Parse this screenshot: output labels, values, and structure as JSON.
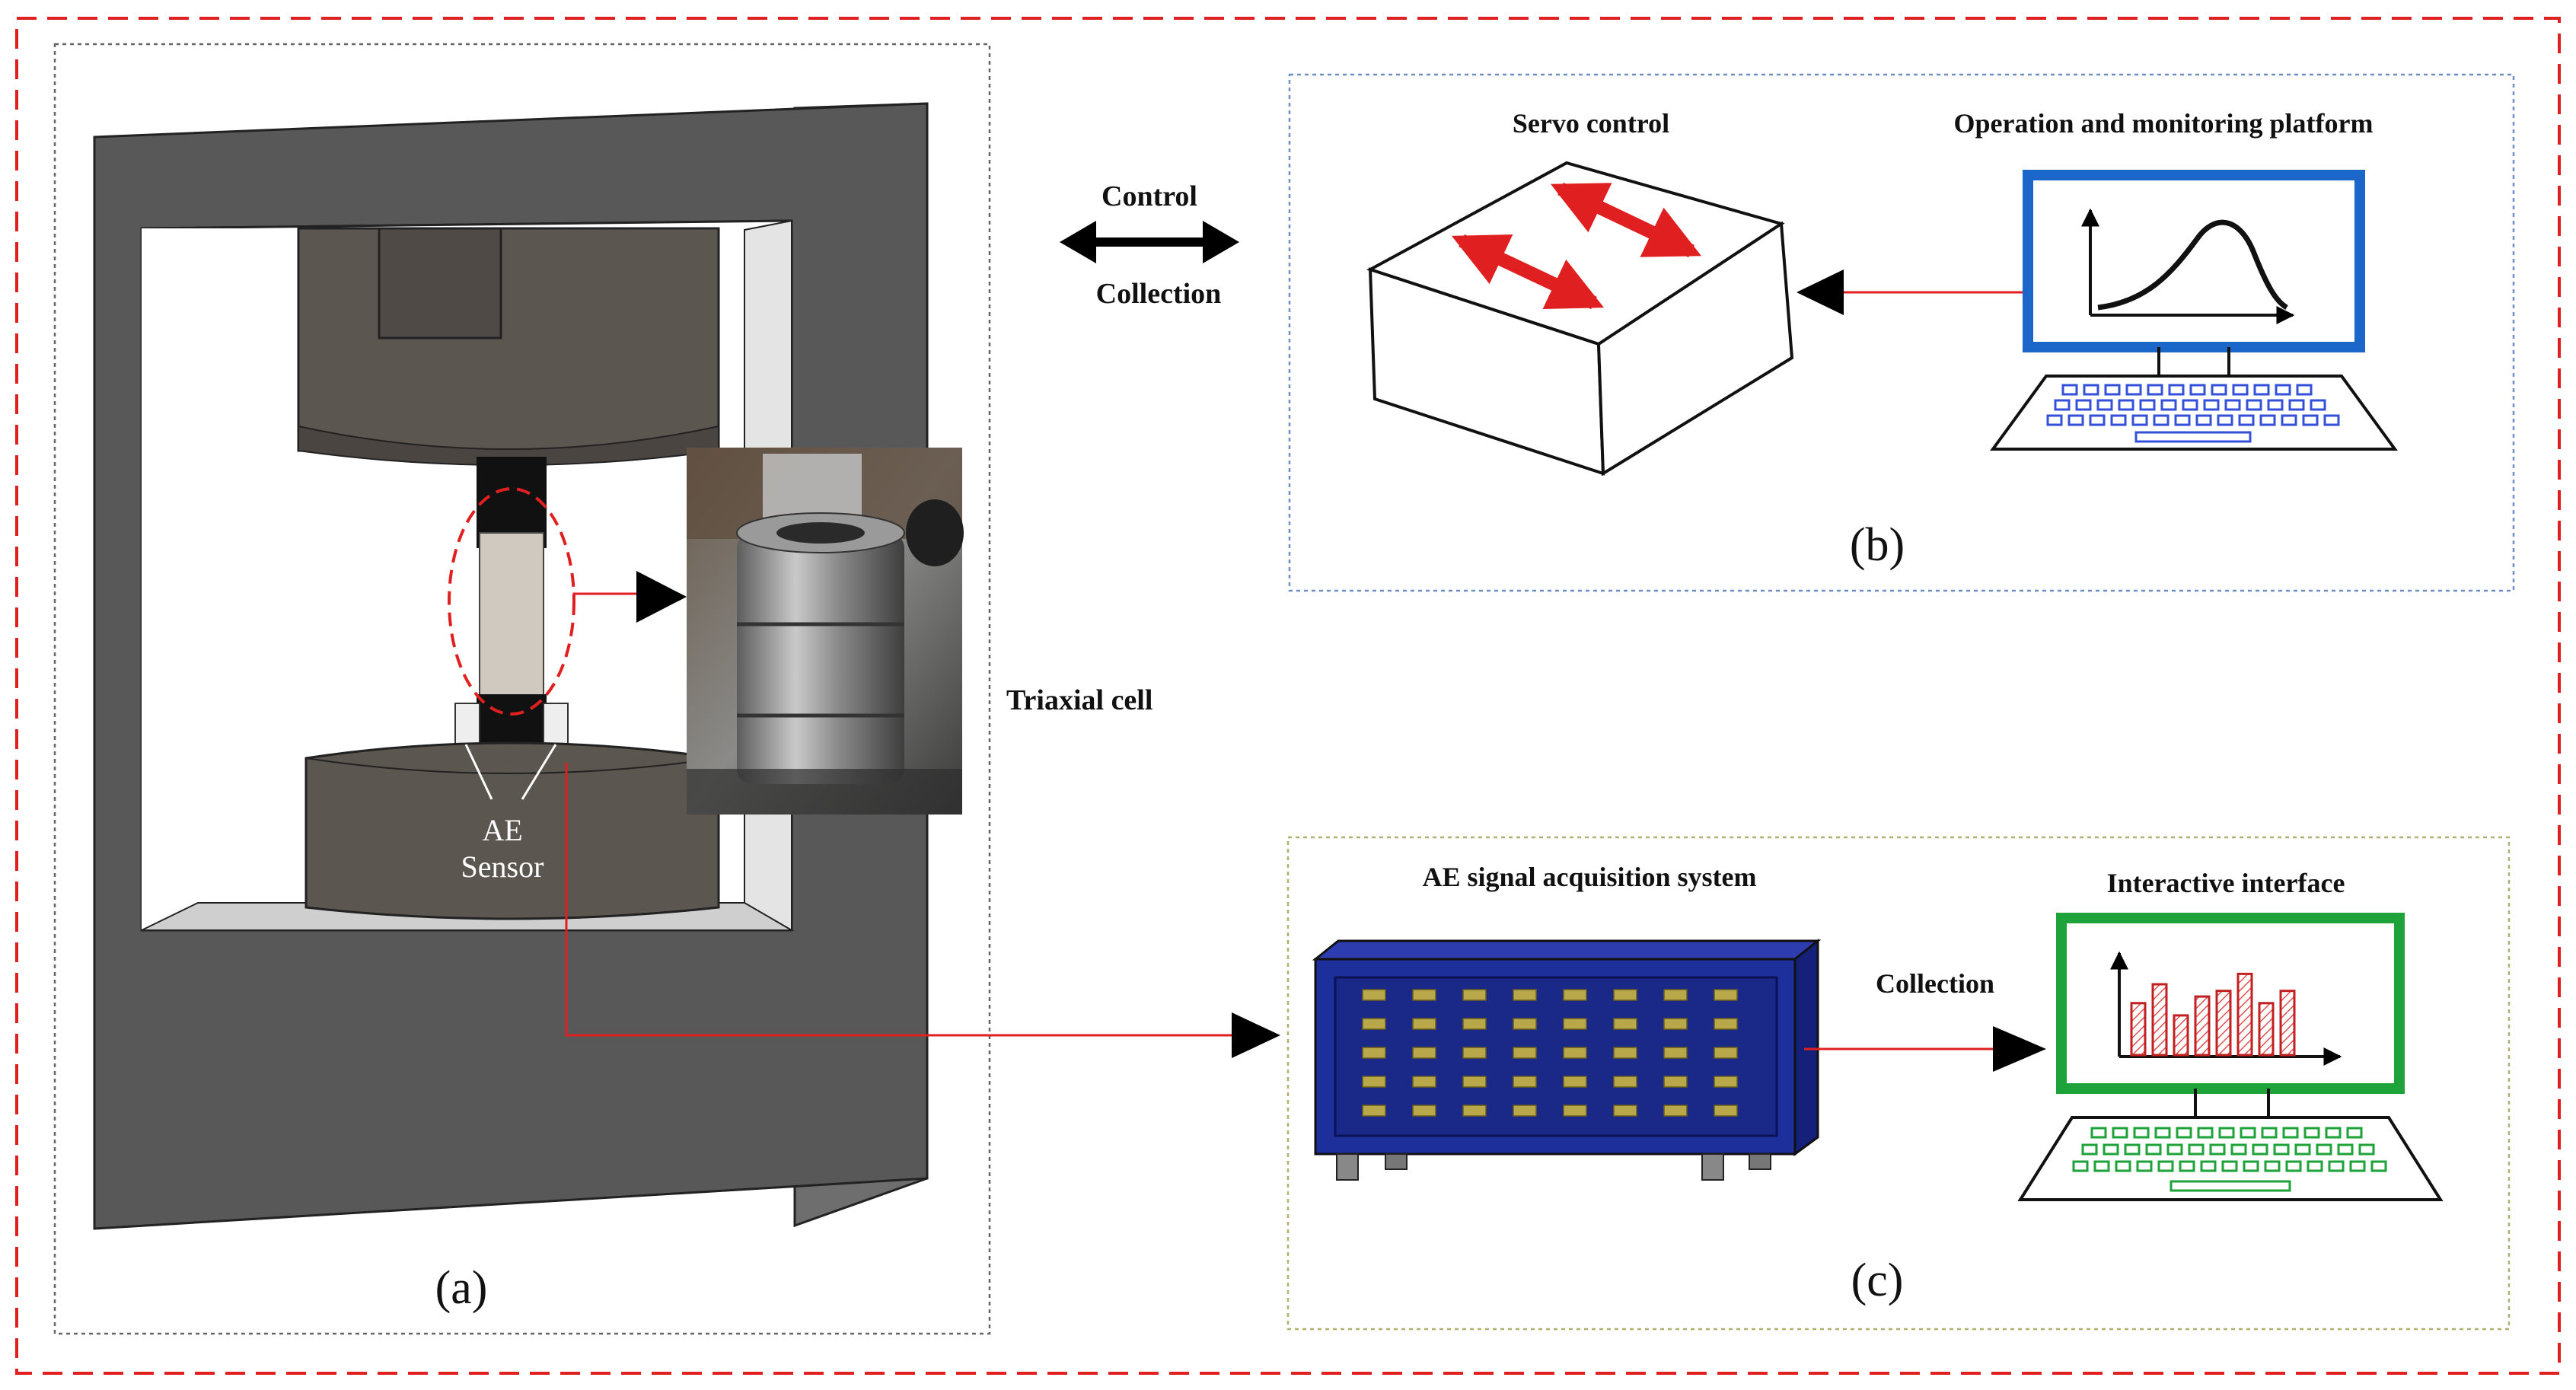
{
  "panel_a": {
    "caption": "(a)",
    "sensor_label_line1": "AE",
    "sensor_label_line2": "Sensor",
    "triaxial_label": "Triaxial cell"
  },
  "link_ab": {
    "control_label": "Control",
    "collection_label": "Collection"
  },
  "panel_b": {
    "caption": "(b)",
    "servo_label": "Servo control",
    "platform_label": "Operation and monitoring platform"
  },
  "panel_c": {
    "caption": "(c)",
    "acquisition_label": "AE signal acquisition system",
    "interactive_label": "Interactive interface",
    "collection_label": "Collection"
  },
  "colors": {
    "frame": "#5a5a5a",
    "red_accent": "#e02020",
    "monitor_blue": "#1b66c9",
    "monitor_green": "#1ea23a",
    "device_blue": "#1d2f9a"
  },
  "bar_chart_bars": [
    0.55,
    0.75,
    0.42,
    0.62,
    0.68,
    0.86,
    0.55,
    0.68
  ]
}
